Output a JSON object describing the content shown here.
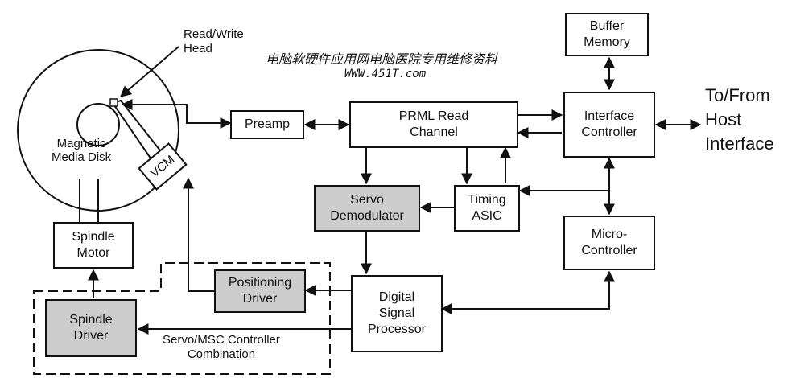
{
  "blocks": {
    "buffer_memory": [
      "Buffer",
      "Memory"
    ],
    "preamp": [
      "Preamp"
    ],
    "prml": [
      "PRML Read",
      "Channel"
    ],
    "interface_controller": [
      "Interface",
      "Controller"
    ],
    "servo_demodulator": [
      "Servo",
      "Demodulator"
    ],
    "timing_asic": [
      "Timing",
      "ASIC"
    ],
    "micro_controller": [
      "Micro-",
      "Controller"
    ],
    "spindle_motor": [
      "Spindle",
      "Motor"
    ],
    "positioning_driver": [
      "Positioning",
      "Driver"
    ],
    "dsp": [
      "Digital",
      "Signal",
      "Processor"
    ],
    "spindle_driver": [
      "Spindle",
      "Driver"
    ]
  },
  "labels": {
    "read_write_head": [
      "Read/Write",
      "Head"
    ],
    "magnetic_disk": [
      "Magnetic",
      "Media Disk"
    ],
    "vcm": "VCM",
    "host": [
      "To/From",
      "Host",
      "Interface"
    ],
    "servo_msc": [
      "Servo/MSC Controller",
      "Combination"
    ]
  },
  "watermark": {
    "cn": "电脑软硬件应用网电脑医院专用维修资料",
    "url": "WWW.451T.com"
  },
  "colors": {
    "line": "#111111",
    "shaded_block": "#cdcdcd",
    "background": "#ffffff"
  }
}
